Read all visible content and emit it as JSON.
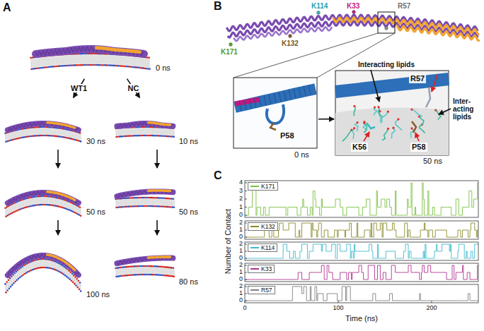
{
  "diagram": {
    "nodes": [
      {
        "text": [
          "0 ns"
        ]
      },
      {
        "text": [
          "30 ns"
        ]
      },
      {
        "text": [
          "10 ns"
        ]
      },
      {
        "text": [
          "50 ns"
        ]
      },
      {
        "text": [
          "50 ns"
        ]
      },
      {
        "text": [
          "100 ns"
        ]
      },
      {
        "text": [
          "80 ns"
        ]
      },
      {
        "text": [
          "P58",
          "0 ns"
        ]
      },
      {
        "text": [
          "R57",
          "K56",
          "P58",
          "50 ns"
        ]
      }
    ],
    "edges": [
      {
        "from": 0,
        "to": 1,
        "label": "WT1",
        "arrow": "to"
      },
      {
        "from": 0,
        "to": 2,
        "label": "NC",
        "arrow": "to"
      },
      {
        "from": 1,
        "to": 3,
        "arrow": "to"
      },
      {
        "from": 2,
        "to": 4,
        "arrow": "to"
      },
      {
        "from": 3,
        "to": 5,
        "arrow": "to"
      },
      {
        "from": 4,
        "to": 6,
        "arrow": "to"
      },
      {
        "from": 7,
        "to": 8,
        "arrow": "to"
      }
    ],
    "labels": [
      "A",
      "B",
      "C",
      "K171",
      "K132",
      "K114",
      "K33",
      "R57",
      "Interacting lipids",
      "Inter- acting lipids",
      "4",
      "3",
      "2",
      "1",
      "0",
      "2",
      "1",
      "0",
      "2",
      "1",
      "0",
      "2",
      "1",
      "0",
      "2",
      "1",
      "0",
      "0",
      "100",
      "200",
      "Number of Contact",
      "Time (ns)"
    ],
    "legend": [
      {
        "text": "K171"
      },
      {
        "text": "K132"
      },
      {
        "text": "K114"
      },
      {
        "text": "K33"
      },
      {
        "text": "R57"
      }
    ]
  }
}
